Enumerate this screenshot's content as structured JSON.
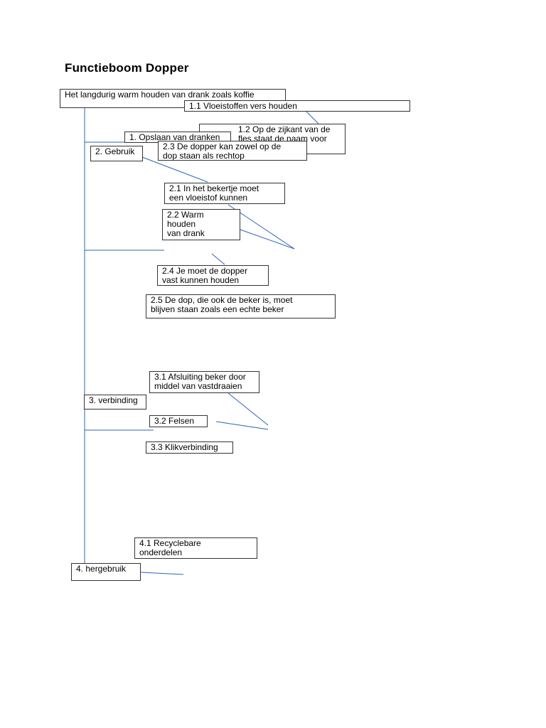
{
  "title": "Functieboom  Dopper",
  "nodes": {
    "root": "Het langdurig warm houden van drank zoals koffie",
    "n1_1": "1.1 Vloeistoffen vers houden",
    "n1_2": "1.2 Op de zijkant van de\nfles staat de naam voor",
    "n1": "1. Opslaan van dranken",
    "n2_3": "2.3 De dopper kan zowel op de\ndop staan als rechtop",
    "n2": "2. Gebruik",
    "n2_1": "2.1 In het bekertje moet\neen vloeistof kunnen",
    "n2_2": "2.2 Warm\nhouden\nvan drank",
    "n2_4": "2.4 Je moet de dopper\nvast kunnen houden",
    "n2_5": "2.5 De dop, die ook de beker is, moet\nblijven staan zoals een echte beker",
    "n3_1": "3.1 Afsluiting beker door\nmiddel van vastdraaien",
    "n3": "3. verbinding",
    "n3_2": "3.2 Felsen",
    "n3_3": "3.3 Klikverbinding",
    "n4_1": "4.1 Recyclebare\nonderdelen",
    "n4": "4. hergebruik"
  }
}
